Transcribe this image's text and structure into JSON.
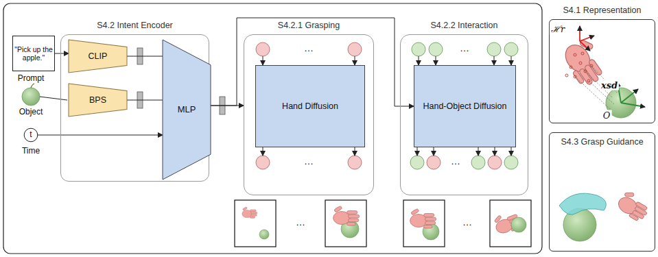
{
  "diagram": {
    "nodes": [
      {
        "text": [
          "S4.2 Intent Encoder"
        ]
      },
      {
        "text": [
          "\"Pick up the apple.\""
        ]
      },
      {
        "text": [
          "CLIP"
        ],
        "in": 0
      },
      {
        "text": [
          "BPS"
        ],
        "in": 0
      },
      {
        "text": [
          "MLP"
        ],
        "in": 0
      },
      {
        "text": [
          "t"
        ]
      },
      {
        "text": [
          "S4.2.1 Grasping"
        ]
      },
      {
        "text": [
          "Hand Diffusion"
        ],
        "in": 6
      },
      {
        "text": [
          "S4.2.2 Interaction"
        ]
      },
      {
        "text": [
          "Hand-Object Diffusion"
        ],
        "in": 8
      },
      {
        "text": [
          "S4.1 Representation"
        ]
      },
      {
        "text": [
          "S4.3 Grasp Guidance"
        ]
      }
    ],
    "edges": [
      {
        "from": 1,
        "to": 2,
        "arrow": "to"
      },
      {
        "from": 2,
        "to": 4,
        "arrow": "none"
      },
      {
        "from": 3,
        "to": 4,
        "arrow": "none"
      },
      {
        "from": 5,
        "to": 4,
        "arrow": "to"
      },
      {
        "from": 4,
        "to": 6,
        "arrow": "to"
      },
      {
        "from": 4,
        "to": 9,
        "arrow": "to"
      }
    ],
    "labels": [
      "Prompt",
      "Object",
      "Time",
      "…",
      "…",
      "…",
      "…",
      "…",
      "…",
      "ℋr",
      "xsd",
      "O"
    ]
  }
}
